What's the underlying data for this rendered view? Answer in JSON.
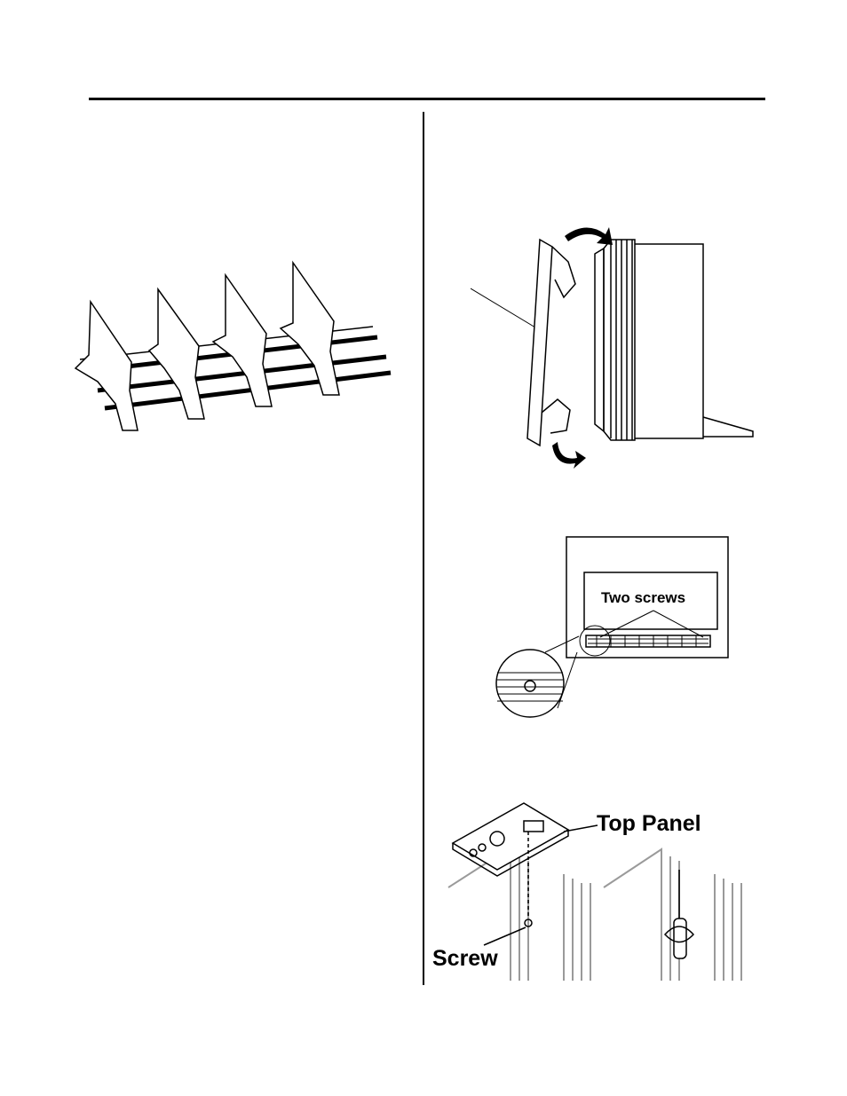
{
  "labels": {
    "two_screws": "Two screws",
    "top_panel": "Top Panel",
    "screw": "Screw"
  },
  "colors": {
    "ink": "#000000",
    "paper": "#ffffff",
    "shade": "#9a9a9a"
  }
}
